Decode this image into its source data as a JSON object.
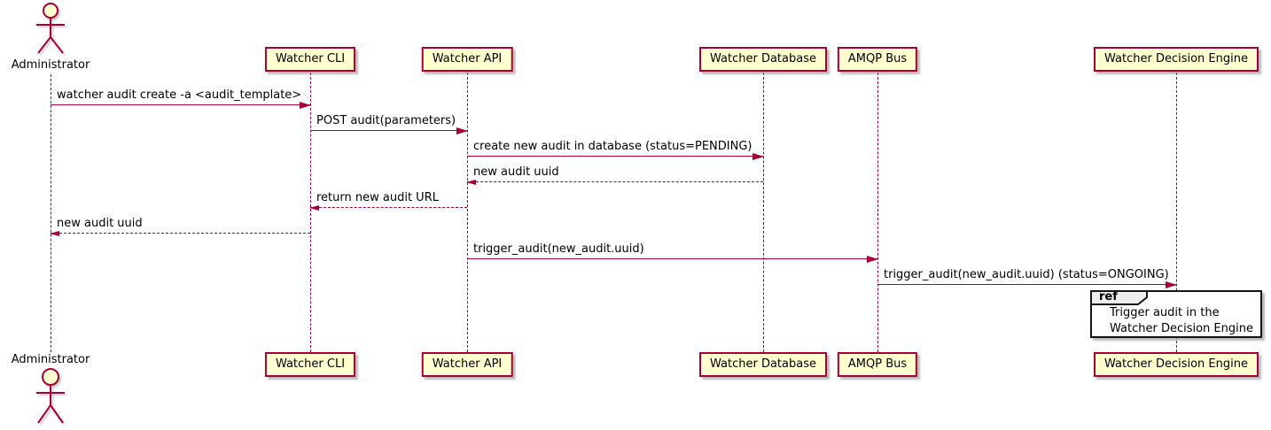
{
  "diagram": {
    "type": "uml-sequence-diagram",
    "colors": {
      "participant_fill": "#FEFECE",
      "line_accent": "#A80036",
      "text": "#000000",
      "ref_border": "#151515",
      "ref_tab_fill": "#EEEEEE",
      "background": "#FFFFFF"
    },
    "actor": {
      "label": "Administrator"
    },
    "participants": [
      {
        "label": "Watcher CLI"
      },
      {
        "label": "Watcher API"
      },
      {
        "label": "Watcher Database"
      },
      {
        "label": "AMQP Bus"
      },
      {
        "label": "Watcher Decision Engine"
      }
    ],
    "messages": [
      {
        "from": "Administrator",
        "to": "Watcher CLI",
        "style": "solid",
        "label": "watcher audit create -a <audit_template>"
      },
      {
        "from": "Watcher CLI",
        "to": "Watcher API",
        "style": "solid",
        "label": "POST audit(parameters)"
      },
      {
        "from": "Watcher API",
        "to": "Watcher Database",
        "style": "solid",
        "label": "create new audit in database (status=PENDING)"
      },
      {
        "from": "Watcher Database",
        "to": "Watcher API",
        "style": "dashed",
        "label": "new audit uuid"
      },
      {
        "from": "Watcher API",
        "to": "Watcher CLI",
        "style": "dashed",
        "label": "return new audit URL"
      },
      {
        "from": "Watcher CLI",
        "to": "Administrator",
        "style": "dashed",
        "label": "new audit uuid"
      },
      {
        "from": "Watcher API",
        "to": "AMQP Bus",
        "style": "solid",
        "label": "trigger_audit(new_audit.uuid)"
      },
      {
        "from": "AMQP Bus",
        "to": "Watcher Decision Engine",
        "style": "solid",
        "label": "trigger_audit(new_audit.uuid) (status=ONGOING)"
      }
    ],
    "ref_fragment": {
      "keyword": "ref",
      "line1": "Trigger audit in the",
      "line2": "Watcher Decision Engine"
    }
  }
}
